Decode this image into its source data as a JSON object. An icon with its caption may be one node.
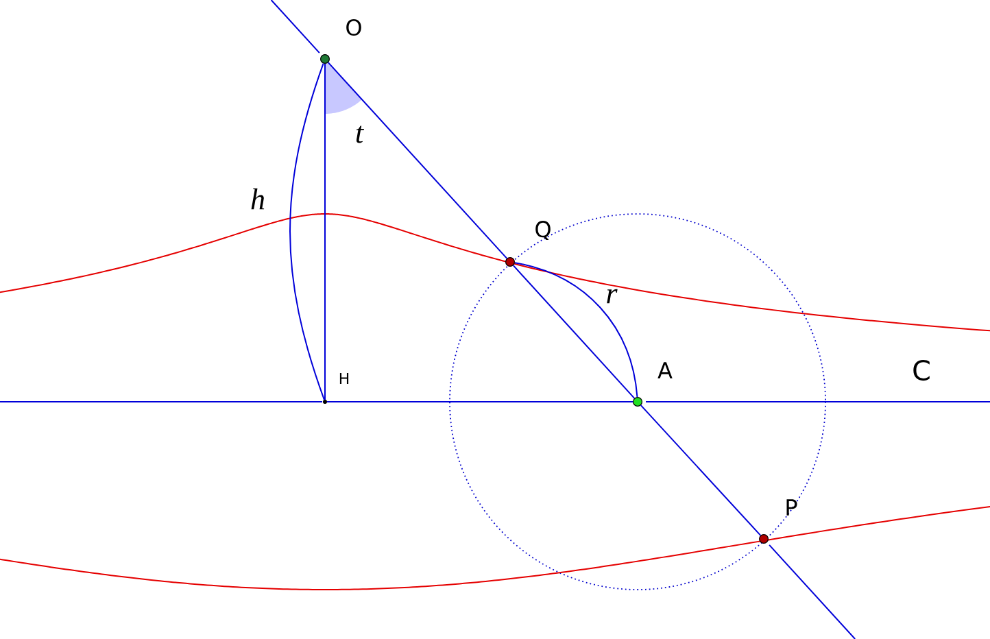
{
  "diagram": {
    "nodes": [
      {
        "text": [
          "O"
        ]
      },
      {
        "text": [
          "Q"
        ]
      },
      {
        "text": [
          "H"
        ]
      },
      {
        "text": [
          "A"
        ]
      },
      {
        "text": [
          "P"
        ]
      }
    ],
    "edges": [
      {
        "from": 0,
        "to": 2,
        "arrow": "none"
      },
      {
        "from": 0,
        "to": 1,
        "arrow": "none"
      },
      {
        "from": 1,
        "to": 3,
        "arrow": "none"
      },
      {
        "from": 3,
        "to": 4,
        "arrow": "none"
      },
      {
        "from": 2,
        "to": 3,
        "arrow": "none"
      },
      {
        "from": 0,
        "to": 2,
        "arrow": "none",
        "label": "h"
      },
      {
        "from": 1,
        "to": 3,
        "arrow": "none",
        "label": "r"
      }
    ],
    "labels": [
      "t",
      "C"
    ]
  }
}
